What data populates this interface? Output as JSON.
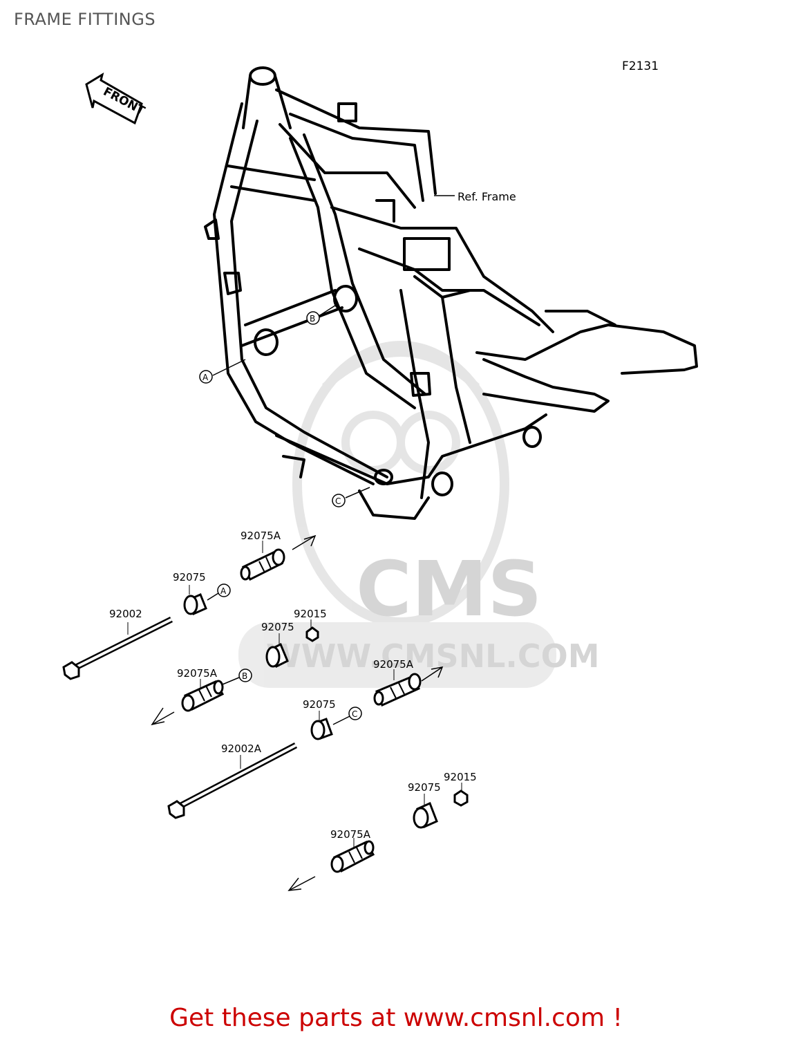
{
  "page": {
    "title": "FRAME FITTINGS"
  },
  "diagram": {
    "code": "F2131",
    "front_arrow": "FRONT",
    "ref_label": "Ref. Frame",
    "markers": [
      "A",
      "B",
      "C"
    ],
    "parts": {
      "p_92075A_1": "92075A",
      "p_92075_1": "92075",
      "p_92002": "92002",
      "p_92015_1": "92015",
      "p_92075_2": "92075",
      "p_92075A_2": "92075A",
      "p_92075A_3": "92075A",
      "p_92075_3": "92075",
      "p_92002A": "92002A",
      "p_92015_2": "92015",
      "p_92075_4": "92075",
      "p_92075A_4": "92075A"
    }
  },
  "watermark": {
    "brand": "CMS",
    "url": "WWW.CMSNL.COM"
  },
  "footer": {
    "cta": "Get these parts at www.cmsnl.com !",
    "color": "#cc0000"
  }
}
